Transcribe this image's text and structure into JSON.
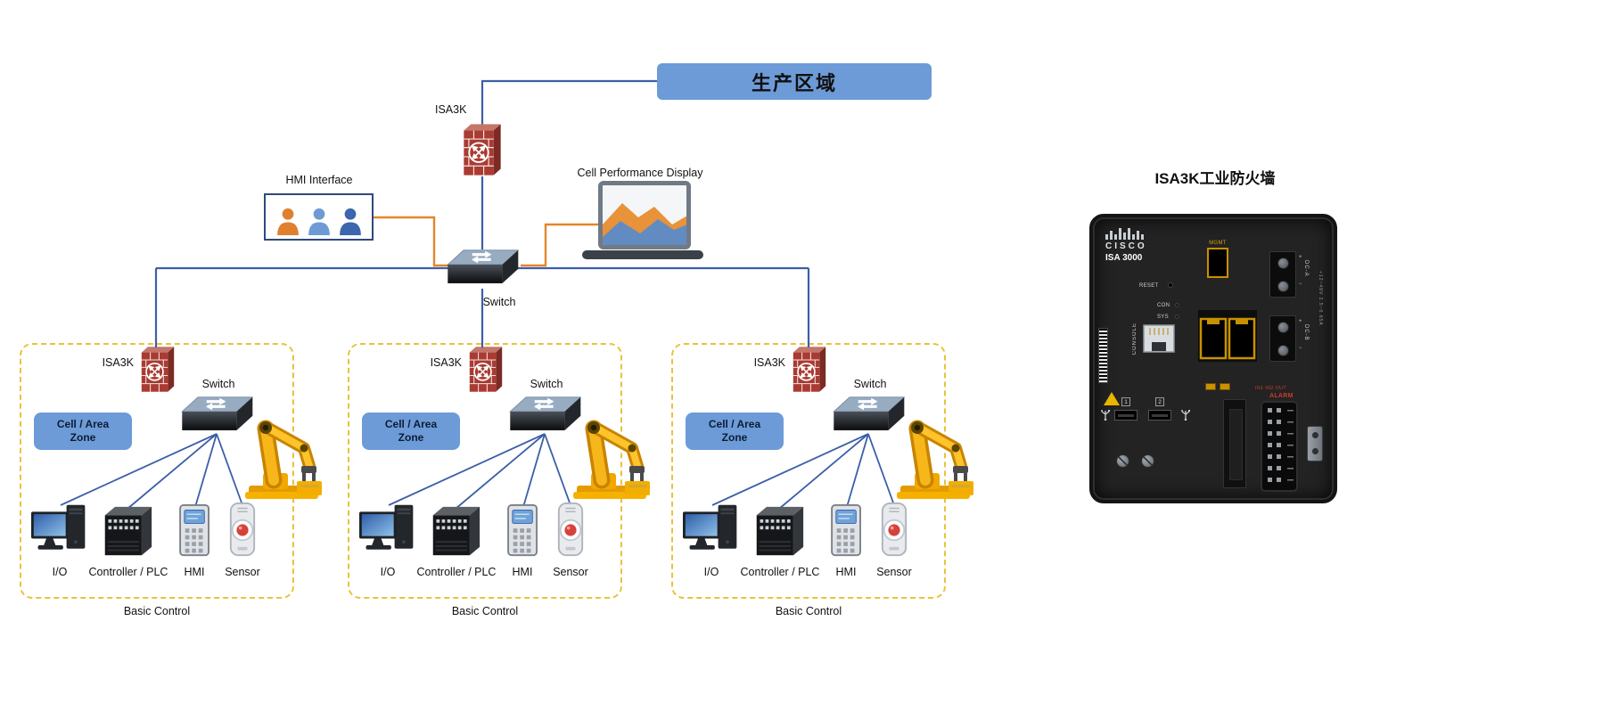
{
  "header": {
    "production_area": "生产区域"
  },
  "top": {
    "isa3k": "ISA3K",
    "hmi_interface": "HMI Interface",
    "cell_performance_display": "Cell Performance Display",
    "switch": "Switch"
  },
  "zones": [
    {
      "isa3k": "ISA3K",
      "switch": "Switch",
      "cell_area_line1": "Cell / Area",
      "cell_area_line2": "Zone",
      "devices": [
        {
          "label": "I/O"
        },
        {
          "label": "Controller / PLC"
        },
        {
          "label": "HMI"
        },
        {
          "label": "Sensor"
        }
      ],
      "footer": "Basic Control"
    },
    {
      "isa3k": "ISA3K",
      "switch": "Switch",
      "cell_area_line1": "Cell / Area",
      "cell_area_line2": "Zone",
      "devices": [
        {
          "label": "I/O"
        },
        {
          "label": "Controller / PLC"
        },
        {
          "label": "HMI"
        },
        {
          "label": "Sensor"
        }
      ],
      "footer": "Basic Control"
    },
    {
      "isa3k": "ISA3K",
      "switch": "Switch",
      "cell_area_line1": "Cell / Area",
      "cell_area_line2": "Zone",
      "devices": [
        {
          "label": "I/O"
        },
        {
          "label": "Controller / PLC"
        },
        {
          "label": "HMI"
        },
        {
          "label": "Sensor"
        }
      ],
      "footer": "Basic Control"
    }
  ],
  "panel": {
    "title": "ISA3K工业防火墙",
    "brand": "CISCO",
    "model": "ISA 3000",
    "mgmt": "MGMT",
    "reset": "RESET",
    "con": "CON",
    "sys": "SYS",
    "console": "CONSOLE",
    "dc_a": "DC-A",
    "dc_b": "DC-B",
    "dc_rating": "+12~48V 2.5~0.65A",
    "alarm_io": "IN1 IN2 OUT",
    "alarm": "ALARM",
    "usb1": "1",
    "usb2": "2"
  },
  "colors": {
    "line_blue": "#3c5fa8",
    "line_orange": "#e2862c",
    "banner_blue": "#6c9bd8",
    "zone_dash": "#e9c23b",
    "firewall_red": "#a93b32"
  }
}
